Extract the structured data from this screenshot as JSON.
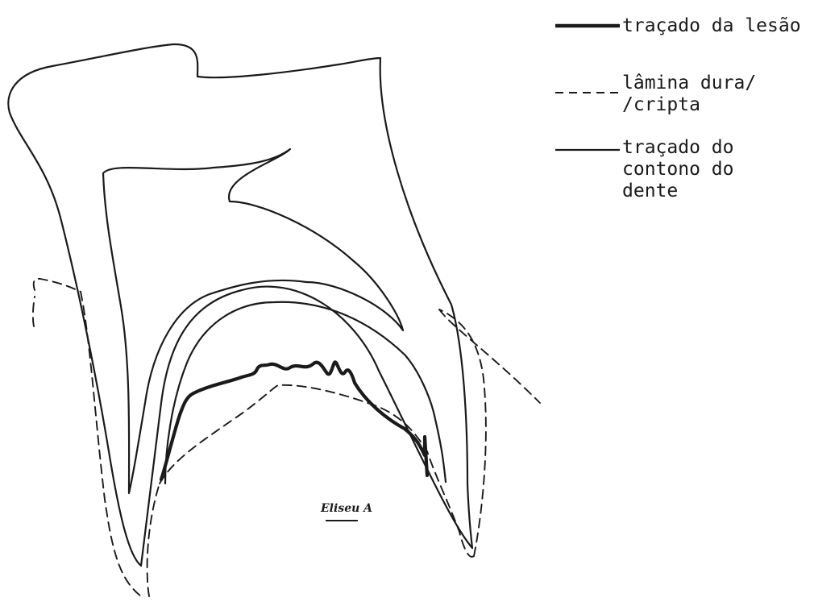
{
  "legend": {
    "lesion_trace": "traçado da lesão",
    "lamina_dura_crypt": "lâmina dura/\n/cripta",
    "tooth_contour_trace": "traçado do\ncontono do\ndente"
  },
  "signature": "Eliseu A"
}
